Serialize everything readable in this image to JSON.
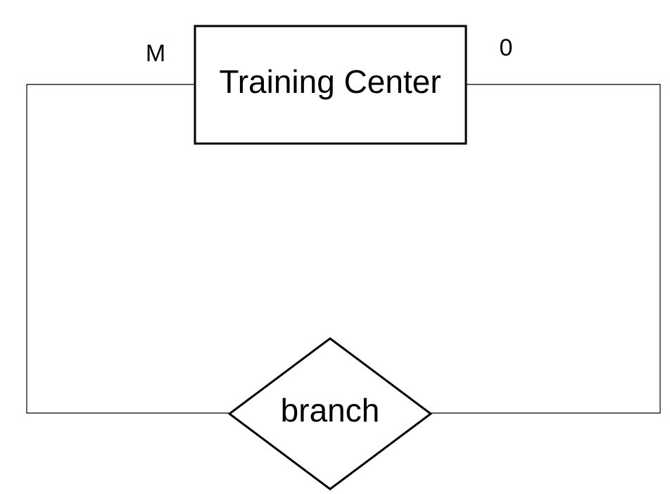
{
  "entity": {
    "label": "Training Center"
  },
  "relationship": {
    "label": "branch"
  },
  "cardinality": {
    "left": "M",
    "right": "0"
  }
}
